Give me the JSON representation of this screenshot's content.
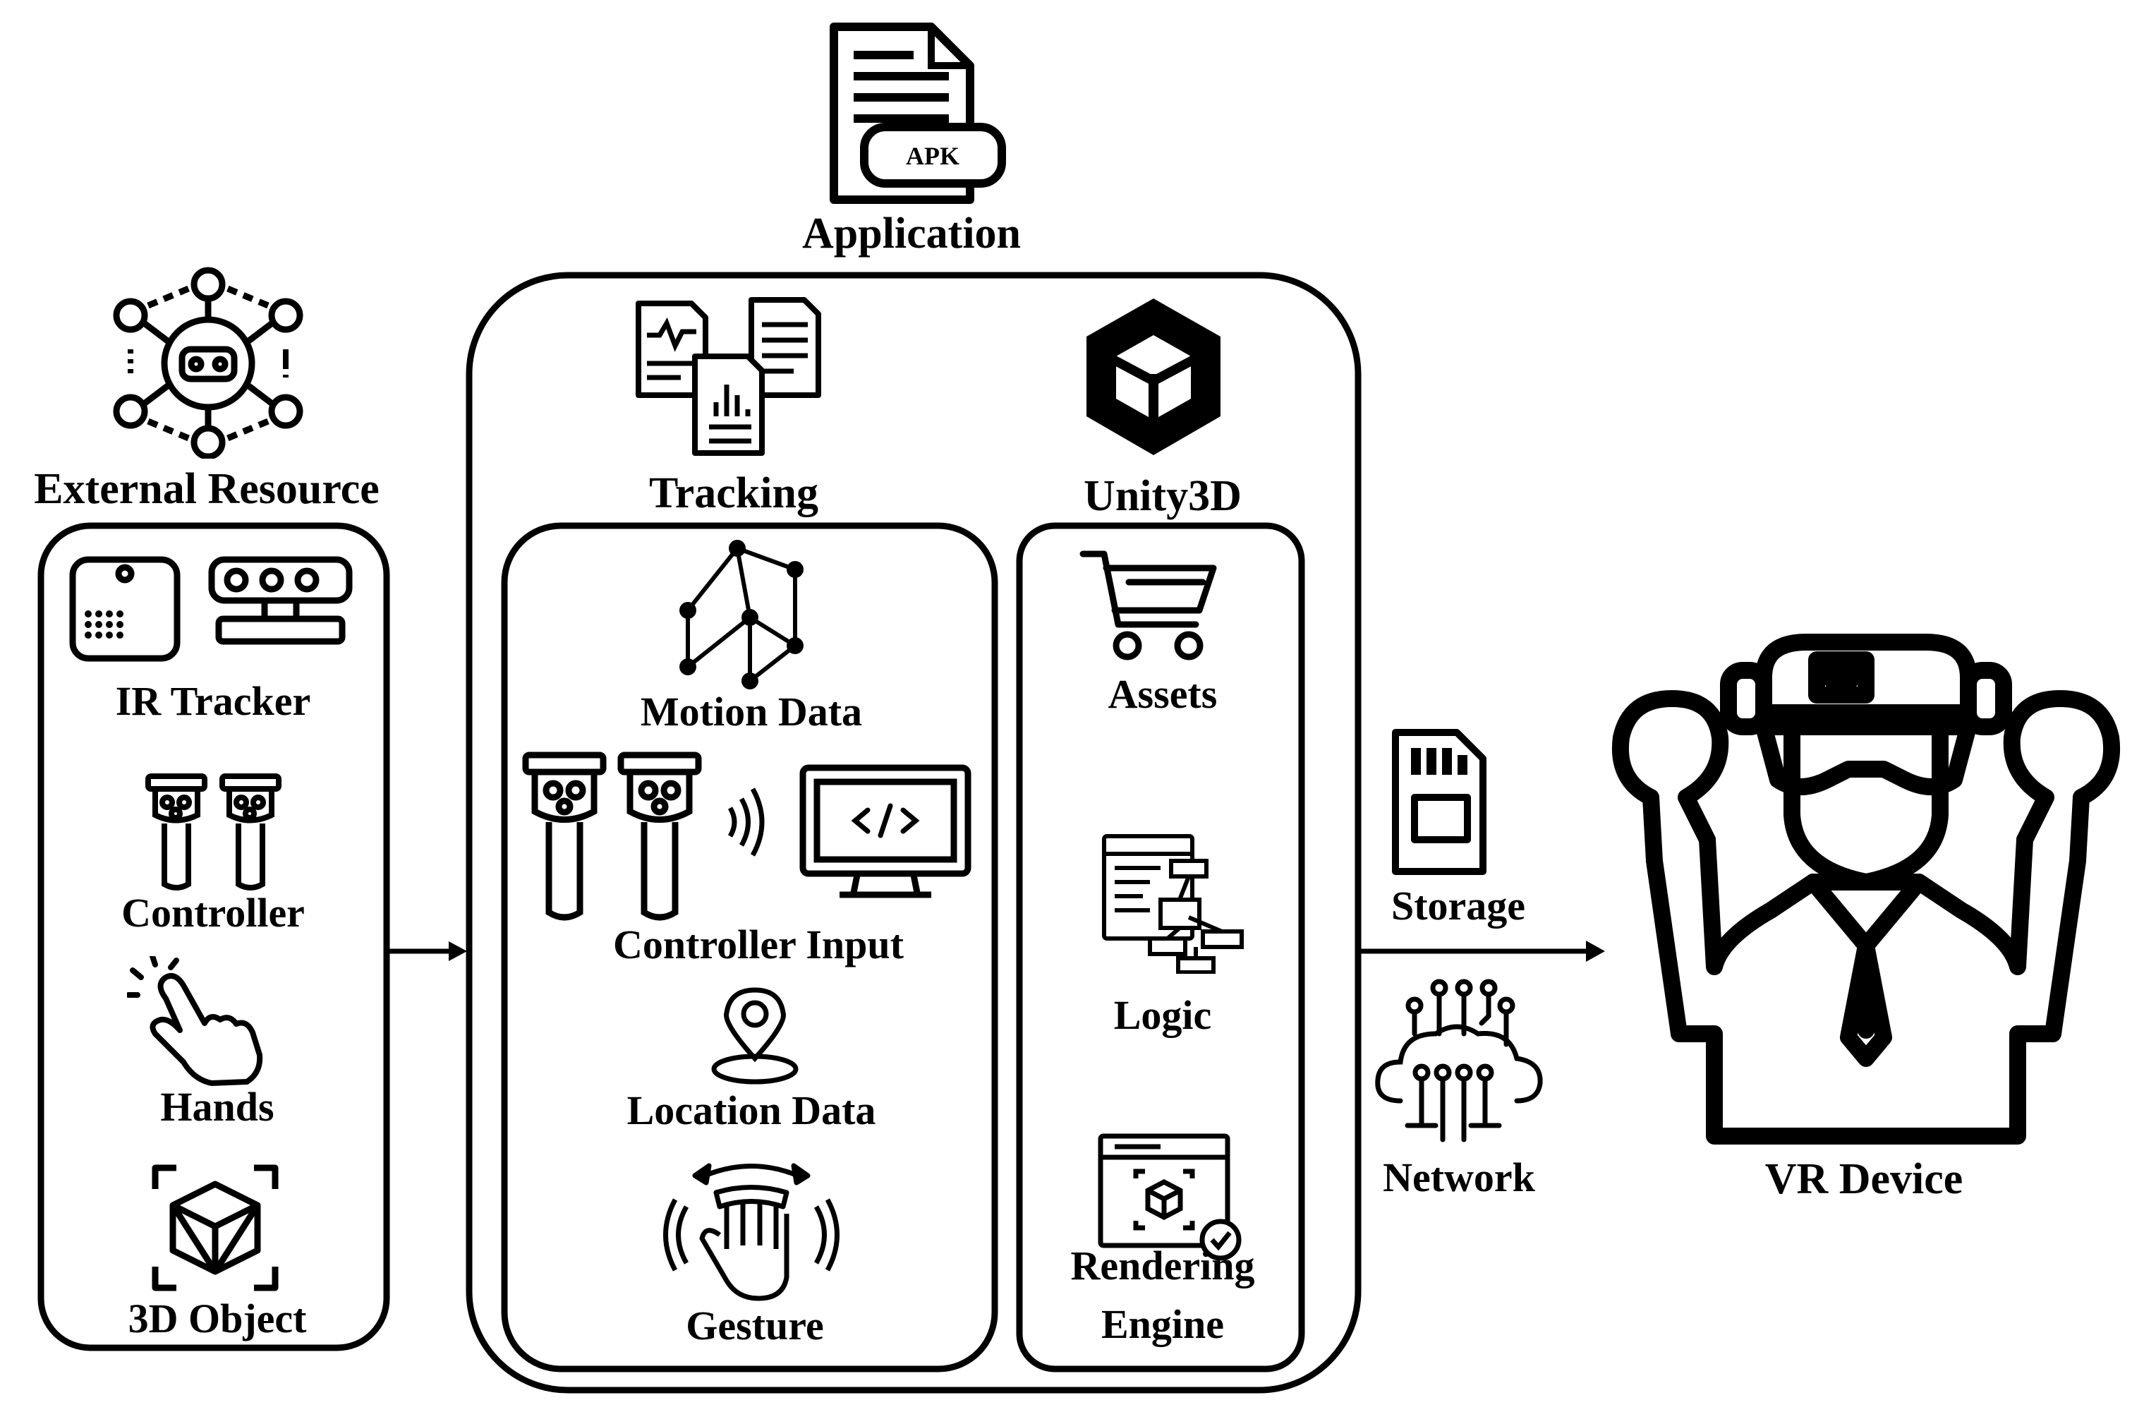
{
  "application": {
    "icon_text": "APK",
    "title": "Application"
  },
  "external": {
    "title": "External Resource",
    "items": [
      "IR Tracker",
      "Controller",
      "Hands",
      "3D Object"
    ]
  },
  "tracking": {
    "title": "Tracking",
    "items": [
      "Motion Data",
      "Controller Input",
      "Location Data",
      "Gesture"
    ]
  },
  "unity": {
    "title": "Unity3D",
    "items": [
      "Assets",
      "Logic",
      "Rendering",
      "Engine"
    ]
  },
  "transfer": {
    "storage": "Storage",
    "network": "Network"
  },
  "device": {
    "title": "VR Device"
  },
  "icons": {
    "apk": "apk-file-icon",
    "external": "network-hub-icon",
    "ir": "ir-tracker-icon",
    "controller": "vr-controller-icon",
    "hands": "tap-hand-icon",
    "object": "3d-cube-icon",
    "tracking": "documents-icon",
    "unity": "unity-logo-icon",
    "motion": "motion-graph-icon",
    "monitor": "code-monitor-icon",
    "location": "location-pin-icon",
    "gesture": "gesture-hand-icon",
    "assets": "shopping-cart-icon",
    "logic": "flowchart-icon",
    "rendering": "render-window-icon",
    "storage": "sd-card-icon",
    "network": "cloud-network-icon",
    "device": "vr-user-icon"
  }
}
